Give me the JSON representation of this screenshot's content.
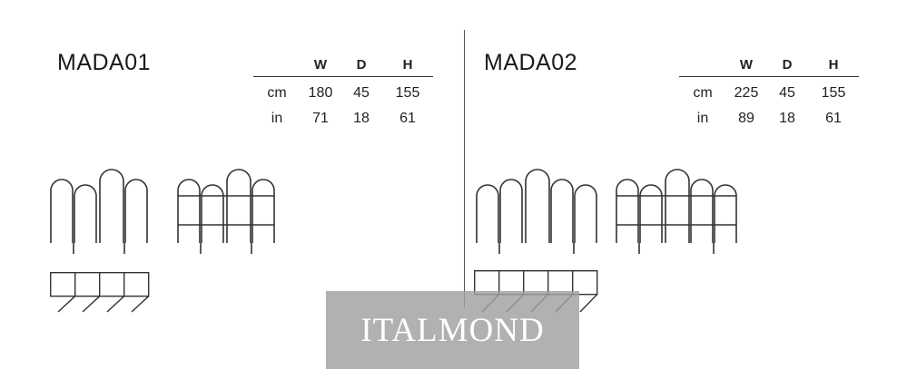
{
  "products": [
    {
      "title": "MADA01",
      "headers": [
        "W",
        "D",
        "H"
      ],
      "rows": [
        {
          "unit": "cm",
          "w": "180",
          "d": "45",
          "h": "155"
        },
        {
          "unit": "in",
          "w": "71",
          "d": "18",
          "h": "61"
        }
      ]
    },
    {
      "title": "MADA02",
      "headers": [
        "W",
        "D",
        "H"
      ],
      "rows": [
        {
          "unit": "cm",
          "w": "225",
          "d": "45",
          "h": "155"
        },
        {
          "unit": "in",
          "w": "89",
          "d": "18",
          "h": "61"
        }
      ]
    }
  ],
  "watermark": {
    "text": "ITALMOND"
  },
  "colors": {
    "line": "#333333",
    "watermark_bg": "#a0a0a0",
    "watermark_text": "#ffffff"
  }
}
